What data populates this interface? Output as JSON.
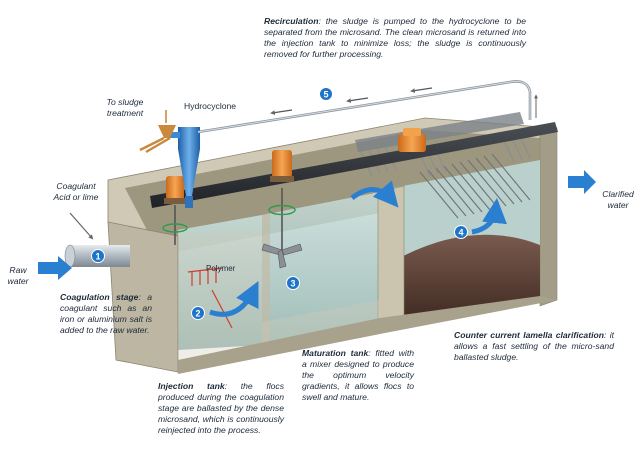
{
  "recirculation": {
    "title": "Recirculation",
    "body": ": the sludge is pumped to the hydrocyclone to be separated from the microsand. The clean microsand is returned into the injection tank to minimize loss; the sludge is continuously removed for further processing."
  },
  "labels": {
    "sludge_treatment": "To sludge treatment",
    "hydrocyclone": "Hydrocyclone",
    "coagulant": "Coagulant",
    "acid_lime": "Acid or lime",
    "raw_water": "Raw water",
    "polymer": "Polymer",
    "clarified_water": "Clarified water"
  },
  "numbers": [
    "1",
    "2",
    "3",
    "4",
    "5"
  ],
  "coagulation": {
    "title": "Coagulation stage",
    "body": ": a coagulant such as an iron or aluminium salt is added to the raw water."
  },
  "injection": {
    "title": "Injection tank",
    "body": ": the flocs produced during the coagulation stage are ballasted by the dense microsand, which is continuously reinjected into the process."
  },
  "maturation": {
    "title": "Maturation tank",
    "body": ": fitted with a mixer designed to produce the optimum velocity gradients, it allows flocs to swell and mature."
  },
  "lamella": {
    "title": "Counter current lamella clarification",
    "body": ": it allows a fast settling of the micro-sand ballasted sludge."
  },
  "colors": {
    "arrow_blue": "#2a7fd0",
    "badge_blue": "#1e74c8",
    "concrete": "#b8b29f",
    "water": "#a9c8c4",
    "sludge": "#5a4036",
    "motor_orange": "#e8892c",
    "cyclone_blue": "#3d8fd6"
  }
}
